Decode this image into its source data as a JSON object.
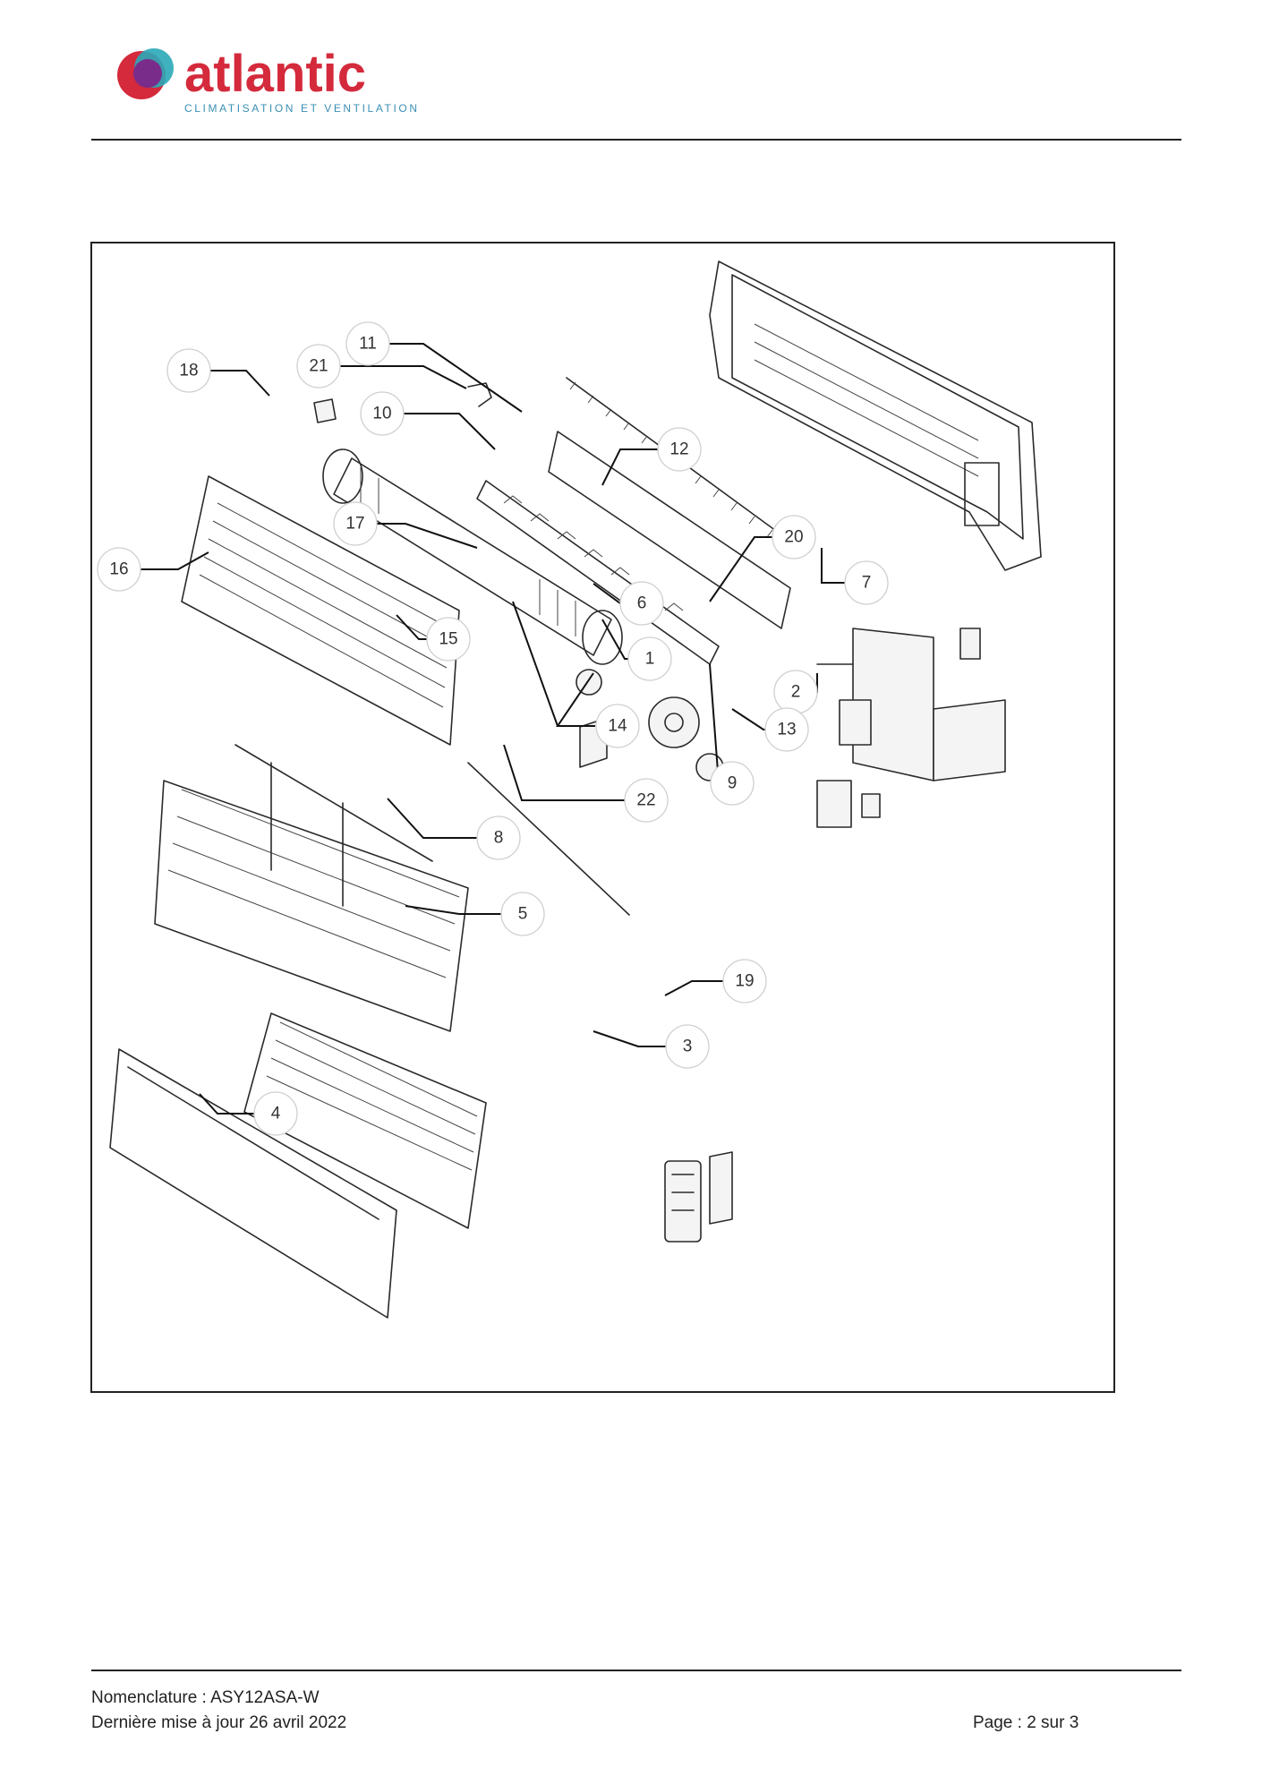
{
  "header": {
    "brand": "atlantic",
    "tagline": "CLIMATISATION ET VENTILATION",
    "colors": {
      "brand_red": "#d42a3c",
      "brand_teal": "#2aa9b8",
      "brand_purple": "#7a2c8a",
      "tagline_blue": "#3a8fb5"
    }
  },
  "diagram": {
    "callouts": [
      {
        "id": "c11",
        "label": "11"
      },
      {
        "id": "c21",
        "label": "21"
      },
      {
        "id": "c18",
        "label": "18"
      },
      {
        "id": "c10",
        "label": "10"
      },
      {
        "id": "c12",
        "label": "12"
      },
      {
        "id": "c17",
        "label": "17"
      },
      {
        "id": "c20",
        "label": "20"
      },
      {
        "id": "c16",
        "label": "16"
      },
      {
        "id": "c7",
        "label": "7"
      },
      {
        "id": "c6",
        "label": "6"
      },
      {
        "id": "c15",
        "label": "15"
      },
      {
        "id": "c1",
        "label": "1"
      },
      {
        "id": "c2",
        "label": "2"
      },
      {
        "id": "c14",
        "label": "14"
      },
      {
        "id": "c13",
        "label": "13"
      },
      {
        "id": "c9",
        "label": "9"
      },
      {
        "id": "c22",
        "label": "22"
      },
      {
        "id": "c8",
        "label": "8"
      },
      {
        "id": "c5",
        "label": "5"
      },
      {
        "id": "c19",
        "label": "19"
      },
      {
        "id": "c3",
        "label": "3"
      },
      {
        "id": "c4",
        "label": "4"
      }
    ]
  },
  "footer": {
    "line1": "Nomenclature : ASY12ASA-W",
    "line2": "Dernière mise à jour 26 avril 2022",
    "page": "Page : 2 sur 3"
  }
}
